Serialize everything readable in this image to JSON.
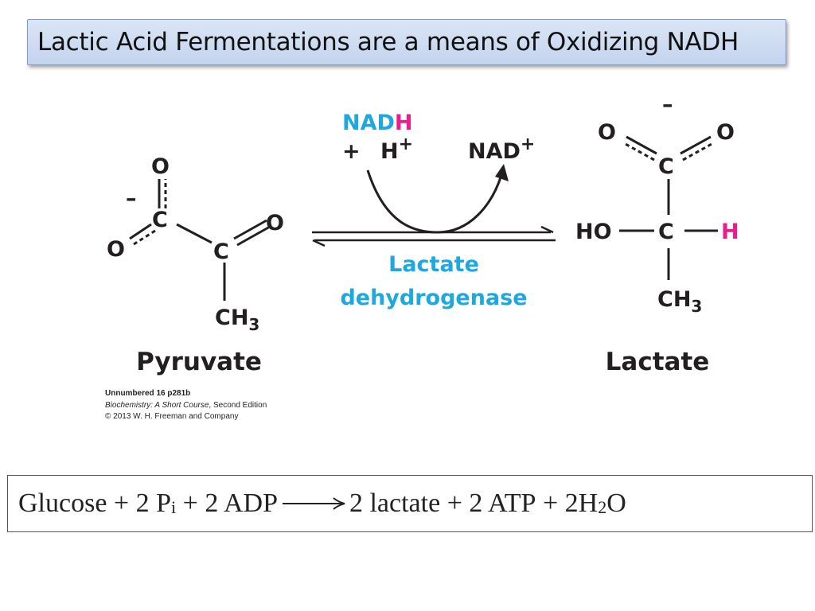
{
  "slide": {
    "title": "Lactic Acid Fermentations are a means of Oxidizing NADH"
  },
  "diagram": {
    "pyruvate": {
      "name": "Pyruvate",
      "charge": "–",
      "carboxyl_c": "C",
      "carbonyl_c": "C",
      "o_top": "O",
      "o_left": "O",
      "o_right": "O",
      "methyl": "CH",
      "methyl_sub": "3"
    },
    "lactate": {
      "name": "Lactate",
      "charge": "–",
      "carboxyl_c": "C",
      "center_c": "C",
      "o_left": "O",
      "o_right": "O",
      "ho": "HO",
      "h": "H",
      "methyl": "CH",
      "methyl_sub": "3"
    },
    "cofactors": {
      "nad": "NAD",
      "h_highlight": "H",
      "plus": "+",
      "h_proton": "H",
      "proton_charge": "+",
      "nad_plus": "NAD",
      "nad_plus_charge": "+"
    },
    "enzyme": {
      "line1": "Lactate",
      "line2": "dehydrogenase"
    },
    "credit": {
      "line1": "Unnumbered 16 p281b",
      "line2_book": "Biochemistry: A Short Course",
      "line2_edition": ", Second Edition",
      "line3": "© 2013 W. H. Freeman and Company"
    },
    "colors": {
      "cyan": "#1ea8e0",
      "pink": "#ec1c8c",
      "ink": "#231f20",
      "title_box": "#c9d8f0"
    }
  },
  "equation": {
    "glucose": "Glucose",
    "plus1": "+",
    "pi_coef": "2 P",
    "pi_sub": "i",
    "plus2": "+",
    "adp": "2 ADP",
    "lactate": "2 lactate",
    "plus3": "+",
    "atp": "2 ATP",
    "plus4": "+",
    "water_pre": "2H",
    "water_sub": "2",
    "water_post": "O"
  }
}
